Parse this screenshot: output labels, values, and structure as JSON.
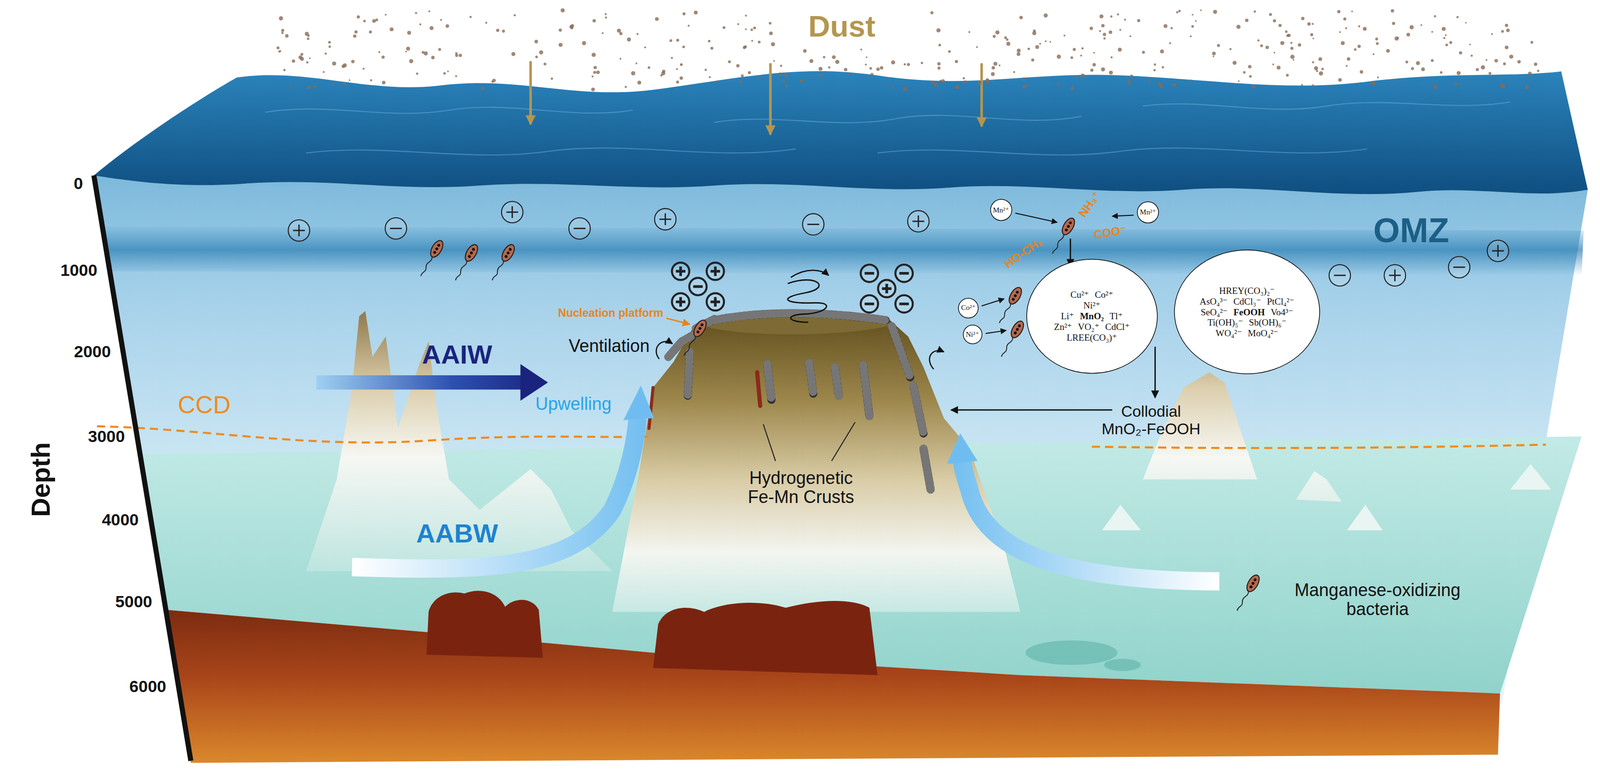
{
  "diagram": {
    "nodes": [
      {
        "text": [
          "Mn²⁺"
        ]
      },
      {
        "text": [
          "Mn²⁺"
        ]
      },
      {
        "text": [
          "Co²⁺"
        ]
      },
      {
        "text": [
          "Ni²⁺"
        ]
      },
      {
        "text": [
          "Cu²⁺",
          "Co²⁺",
          "Ni²⁺",
          "Li⁺",
          "MnO₂",
          "Tl⁺",
          "Zn²⁺",
          "VO₂⁺",
          "CdCl⁺",
          "LREE(CO₃)⁺"
        ]
      },
      {
        "text": [
          "HREY(CO₃)₂⁻",
          "AsO₄³⁻",
          "CdCl₃⁻",
          "PtCl₄²⁻",
          "SeO₄²⁻",
          "FeOOH",
          "Vo4³⁻",
          "Ti(OH)₅⁻",
          "Sb(OH)₆⁻",
          "WO₄²⁻",
          "MoO₄²⁻"
        ]
      }
    ],
    "labels": [
      "Dust",
      "0",
      "1000",
      "2000",
      "3000",
      "4000",
      "5000",
      "6000",
      "Depth",
      "OMZ",
      "NH₃⁺",
      "COO⁻",
      "HO-CH₂",
      "Nucleation platform",
      "AAIW",
      "Ventilation",
      "CCD",
      "Upwelling",
      "Collodial MnO₂-FeOOH",
      "Hydrogenetic Fe-Mn Crusts",
      "AABW",
      "Manganese-oxidizing bacteria"
    ]
  }
}
